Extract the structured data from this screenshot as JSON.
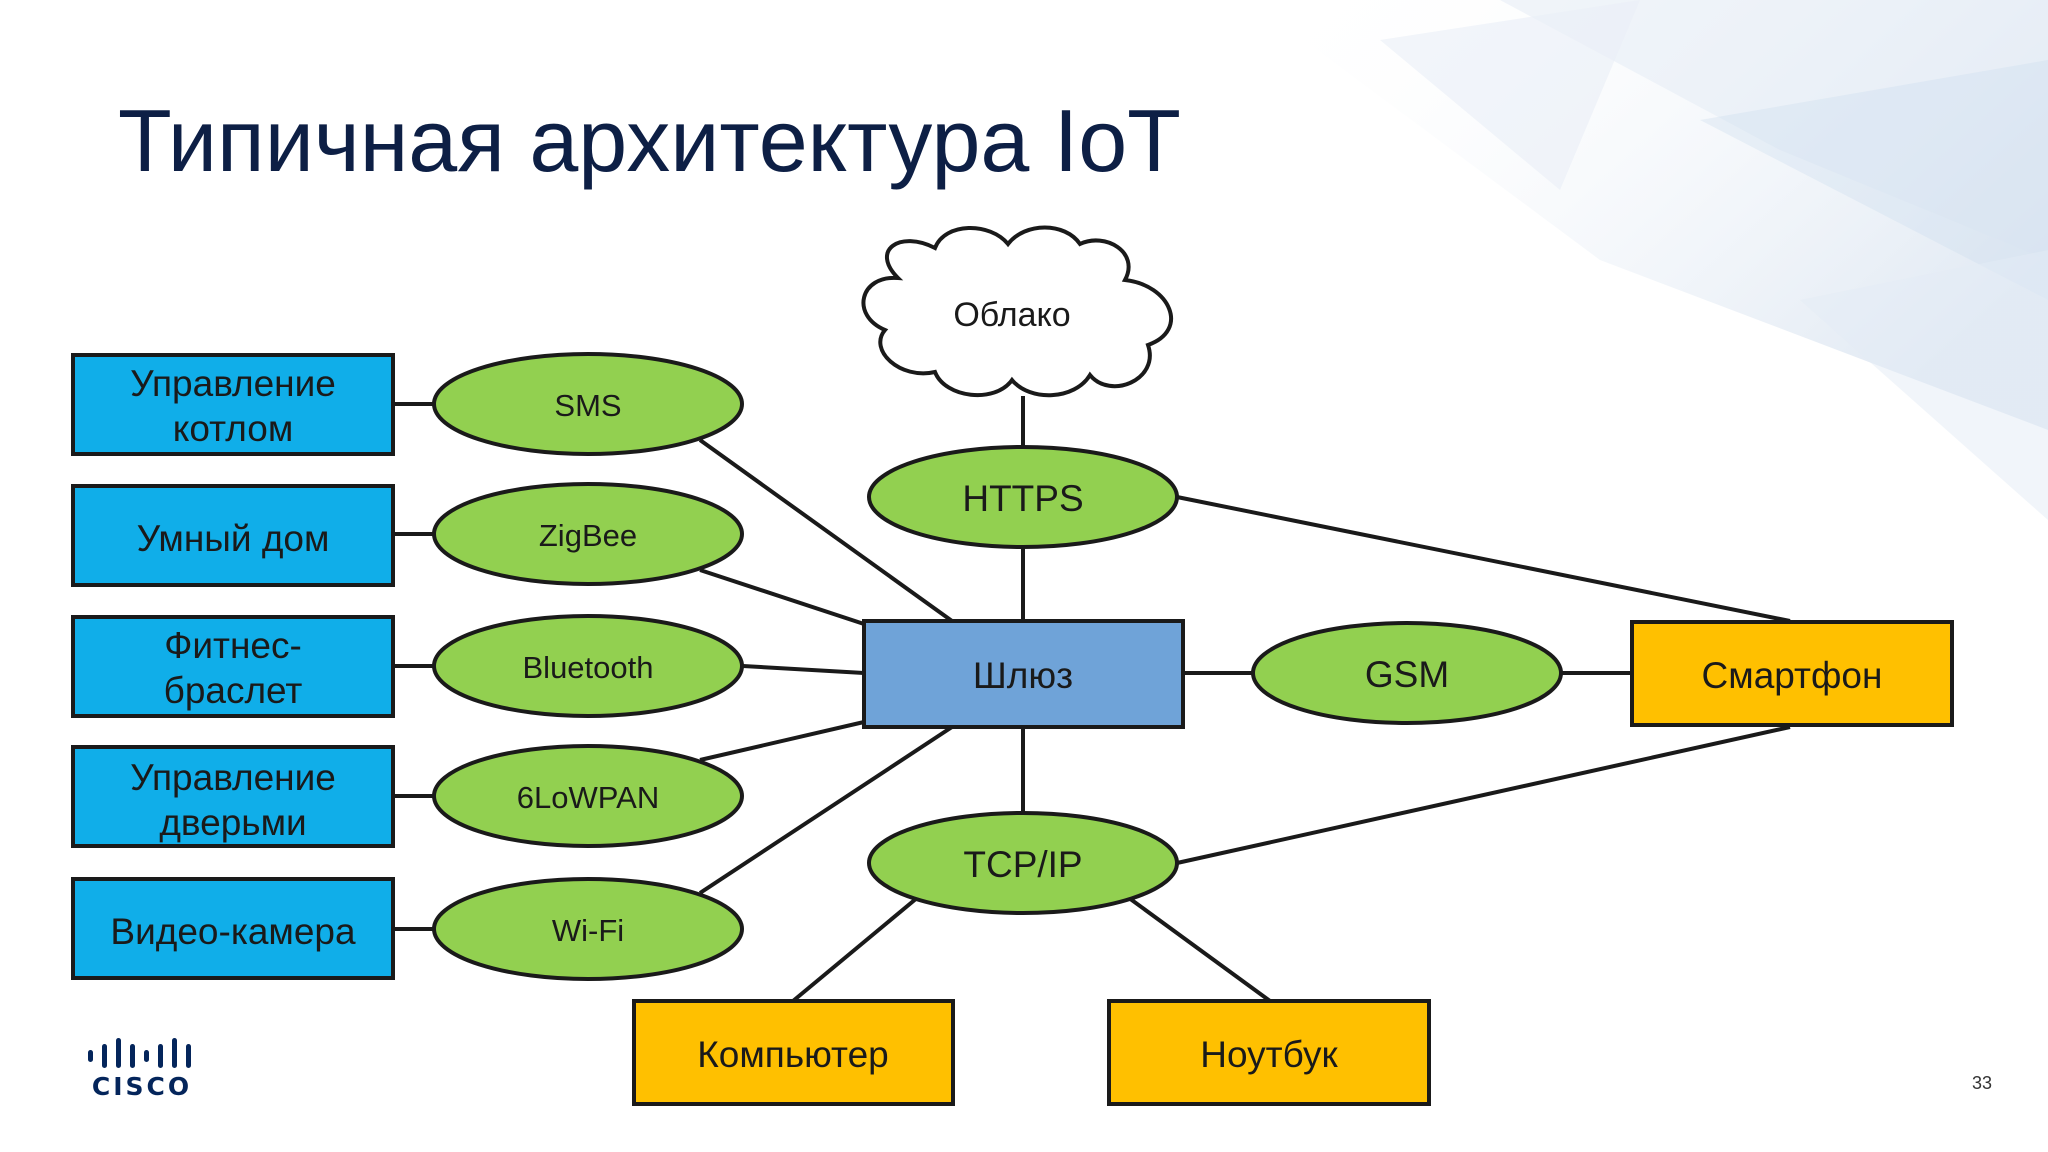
{
  "slide": {
    "title": "Типичная архитектура IoT",
    "page_number": "33",
    "logo": {
      "icon": "cisco-bars-logo",
      "word": "CISCO"
    }
  },
  "diagram": {
    "colors": {
      "device": "#10aee9",
      "protocol": "#92d050",
      "gateway": "#6fa3d8",
      "client": "#ffc000",
      "cloud": "#ffffff",
      "stroke": "#1a1a1a"
    },
    "cloud": {
      "label": "Облако"
    },
    "gateway": {
      "label": "Шлюз"
    },
    "devices": [
      {
        "label": "Управление котлом",
        "lines": [
          "Управление",
          "котлом"
        ],
        "protocol": "SMS"
      },
      {
        "label": "Умный дом",
        "lines": [
          "Умный дом"
        ],
        "protocol": "ZigBee"
      },
      {
        "label": "Фитнес-браслет",
        "lines": [
          "Фитнес-",
          "браслет"
        ],
        "protocol": "Bluetooth"
      },
      {
        "label": "Управление дверьми",
        "lines": [
          "Управление",
          "дверьми"
        ],
        "protocol": "6LoWPAN"
      },
      {
        "label": "Видео-камера",
        "lines": [
          "Видео-камера"
        ],
        "protocol": "Wi-Fi"
      }
    ],
    "upstream_protocols": {
      "https": "HTTPS",
      "gsm": "GSM",
      "tcpip": "TCP/IP"
    },
    "clients": {
      "smartphone": "Смартфон",
      "computer": "Компьютер",
      "laptop": "Ноутбук"
    },
    "connections": [
      [
        "Управление котлом",
        "SMS"
      ],
      [
        "SMS",
        "Шлюз"
      ],
      [
        "Умный дом",
        "ZigBee"
      ],
      [
        "ZigBee",
        "Шлюз"
      ],
      [
        "Фитнес-браслет",
        "Bluetooth"
      ],
      [
        "Bluetooth",
        "Шлюз"
      ],
      [
        "Управление дверьми",
        "6LoWPAN"
      ],
      [
        "6LoWPAN",
        "Шлюз"
      ],
      [
        "Видео-камера",
        "Wi-Fi"
      ],
      [
        "Wi-Fi",
        "Шлюз"
      ],
      [
        "Облако",
        "HTTPS"
      ],
      [
        "HTTPS",
        "Шлюз"
      ],
      [
        "HTTPS",
        "Смартфон"
      ],
      [
        "Шлюз",
        "GSM"
      ],
      [
        "GSM",
        "Смартфон"
      ],
      [
        "Шлюз",
        "TCP/IP"
      ],
      [
        "TCP/IP",
        "Смартфон"
      ],
      [
        "TCP/IP",
        "Компьютер"
      ],
      [
        "TCP/IP",
        "Ноутбук"
      ]
    ]
  }
}
